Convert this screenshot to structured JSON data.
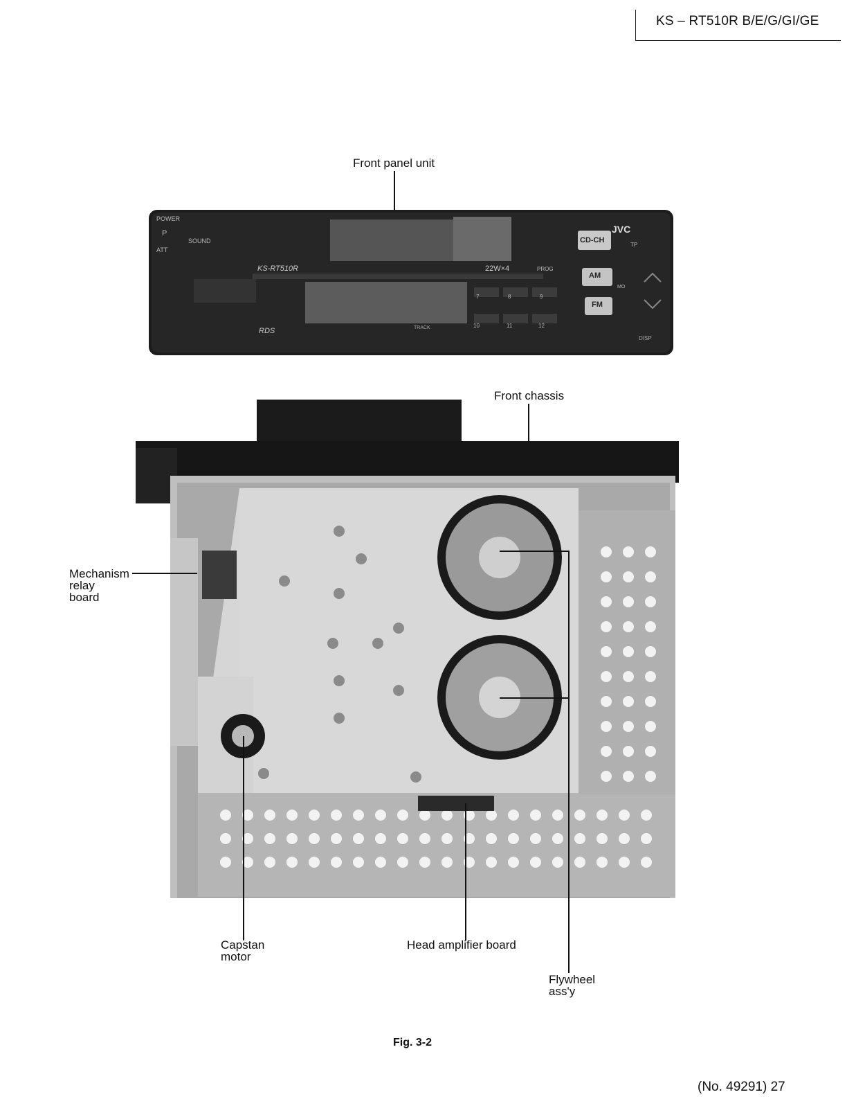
{
  "header": {
    "model": "KS – RT510R B/E/G/GI/GE"
  },
  "labels": {
    "front_panel_unit": "Front panel unit",
    "front_chassis": "Front chassis",
    "mechanism_relay_board": "Mechanism\nrelay\nboard",
    "capstan_motor": "Capstan\nmotor",
    "head_amplifier_board": "Head amplifier board",
    "flywheel_assy": "Flywheel\nass'y"
  },
  "panel_text": {
    "power": "POWER",
    "p": "P",
    "att": "ATT",
    "sound": "SOUND",
    "model": "KS-RT510R",
    "power_rating": "22W×4",
    "prog": "PROG",
    "cd_ch": "CD-CH",
    "brand": "JVC",
    "tp": "TP",
    "am": "AM",
    "fm": "FM",
    "mo": "MO",
    "rds": "RDS",
    "track": "TRACK",
    "disp": "DISP",
    "presets": [
      "7",
      "8",
      "9",
      "10",
      "11",
      "12"
    ]
  },
  "caption": "Fig. 3-2",
  "footer": {
    "page": "(No. 49291)  27"
  }
}
